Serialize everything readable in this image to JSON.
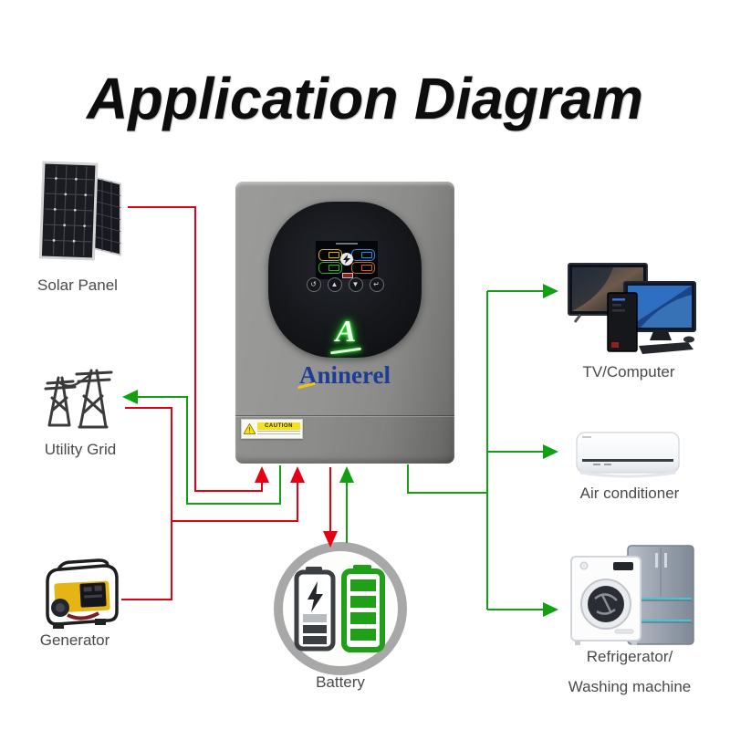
{
  "title": "Application Diagram",
  "colors": {
    "red": "#e60013",
    "green": "#12A012"
  },
  "labels": {
    "solar": "Solar Panel",
    "grid": "Utility Grid",
    "generator": "Generator",
    "battery": "Battery",
    "tv": "TV/Computer",
    "ac": "Air conditioner",
    "fridge_line1": "Refrigerator/",
    "fridge_line2": "Washing machine"
  },
  "inverter": {
    "brand_initial": "A",
    "brand_rest": "ninerel",
    "logo_letter": "A",
    "caution_label": "CAUTION",
    "buttons": [
      "↺",
      "▲",
      "▼",
      "↵"
    ]
  }
}
